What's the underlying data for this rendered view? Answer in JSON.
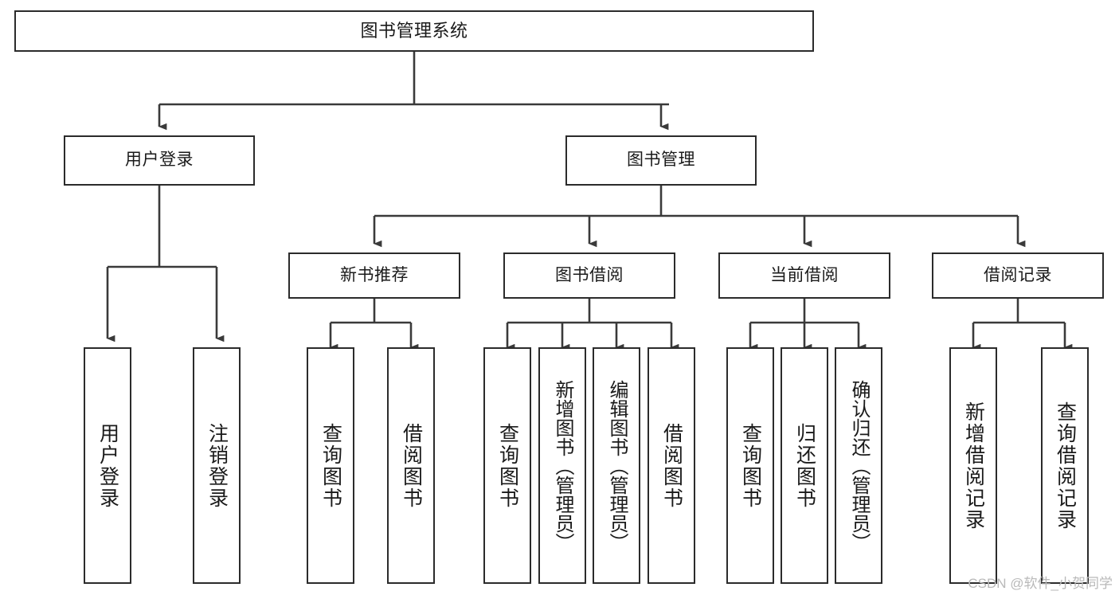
{
  "diagram": {
    "title": "图书管理系统",
    "watermark": "CSDN @软件_小贺同学",
    "colors": {
      "background": "#ffffff",
      "node_fill": "#ffffff",
      "node_stroke": "#2b2b2b",
      "edge": "#3a3a3a",
      "text": "#1a1a1a",
      "watermark": "#b9b9b9"
    },
    "nodes": {
      "root": "图书管理系统",
      "user_login": "用户登录",
      "book_manage": "图书管理",
      "new_book_rec": "新书推荐",
      "book_borrow": "图书借阅",
      "current_borrow": "当前借阅",
      "borrow_record": "借阅记录",
      "leaf_user_login": "用户登录",
      "leaf_user_logout": "注销登录",
      "leaf_query_book_a": "查询图书",
      "leaf_borrow_book_a": "借阅图书",
      "leaf_query_book_b": "查询图书",
      "leaf_add_book": "新增图书（管理员）",
      "leaf_edit_book": "编辑图书（管理员）",
      "leaf_borrow_book_b": "借阅图书",
      "leaf_query_book_c": "查询图书",
      "leaf_return_book": "归还图书",
      "leaf_confirm_return": "确认归还（管理员）",
      "leaf_add_record": "新增借阅记录",
      "leaf_query_record": "查询借阅记录"
    }
  }
}
